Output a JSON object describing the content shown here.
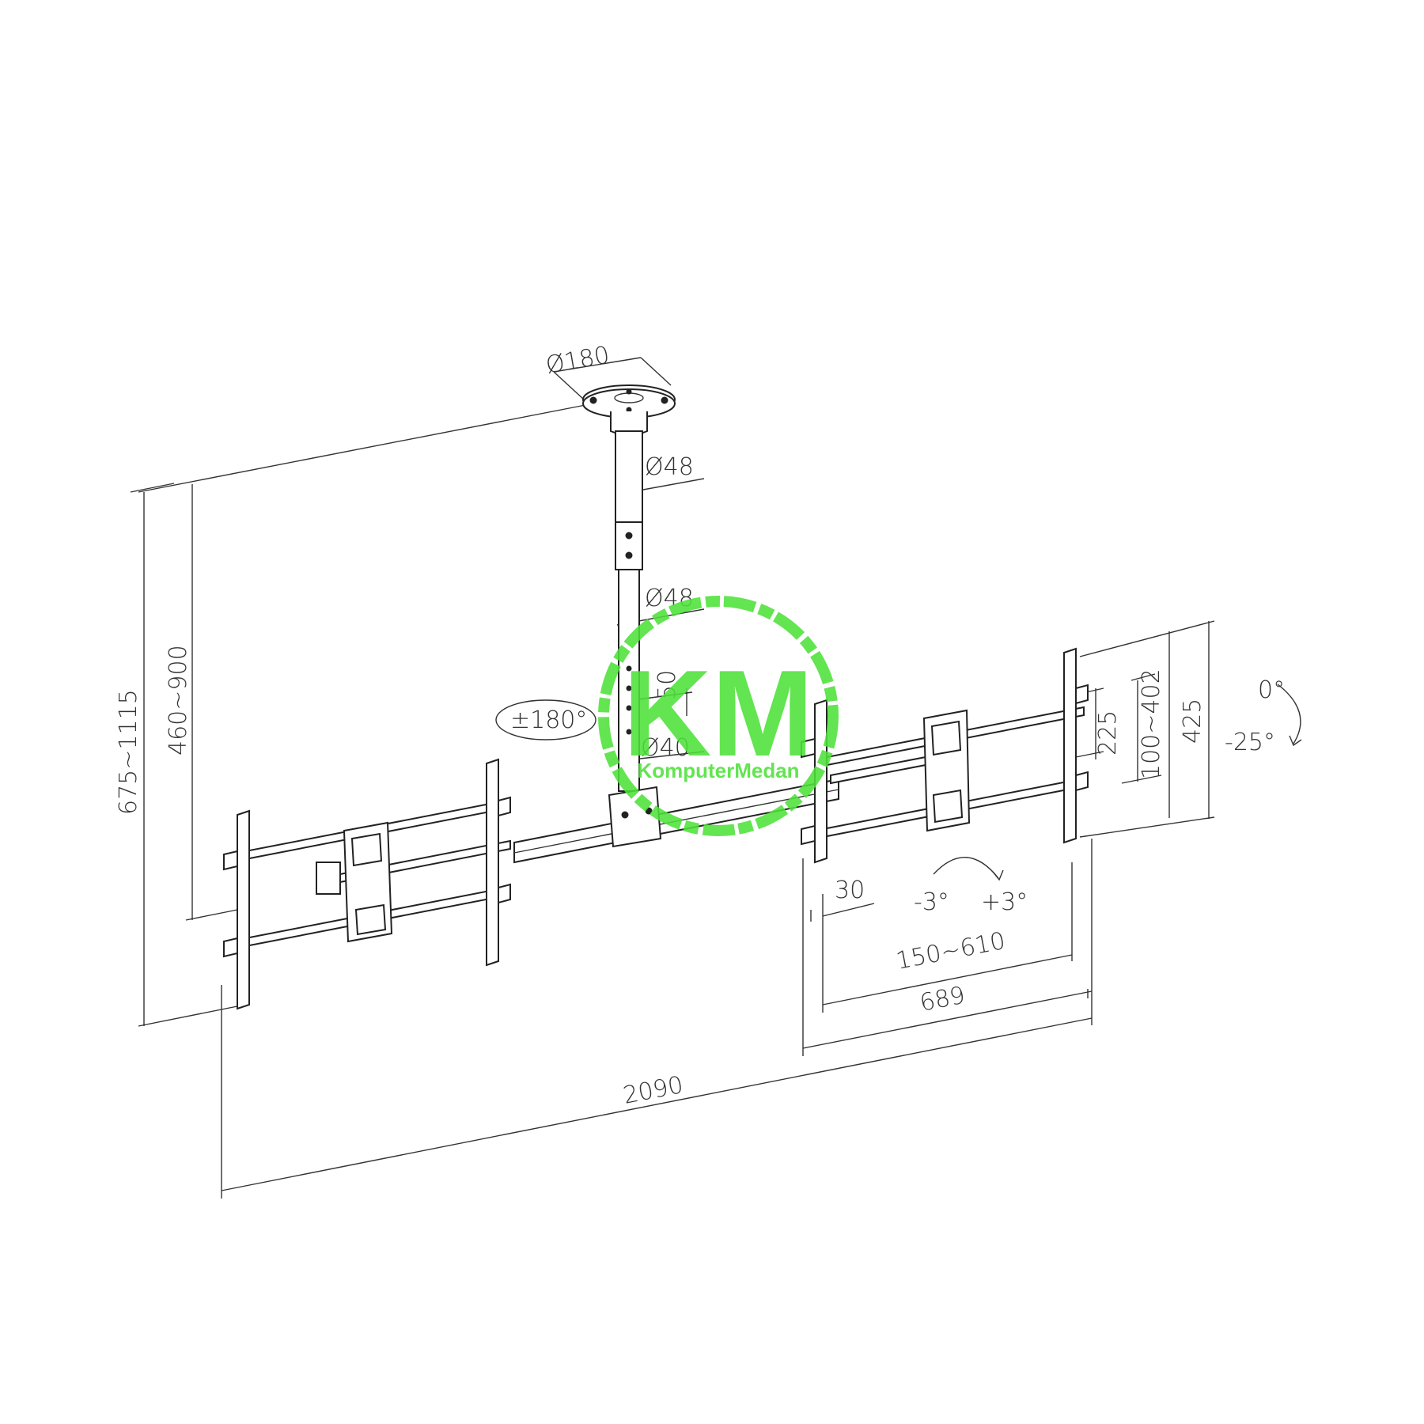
{
  "dimensions": {
    "base_plate_diameter": "Ø180",
    "upper_pole_diameter": "Ø48",
    "lower_pole_diameter": "Ø48",
    "slider_length": "50",
    "inner_tube_diameter": "Ø40",
    "swivel": "±180°",
    "height_outer": "675~1115",
    "height_inner": "460~900",
    "tilt_top": "0°",
    "tilt_bottom": "-25°",
    "height_225": "225",
    "height_range": "100~402",
    "height_425": "425",
    "depth_30": "30",
    "level_minus": "-3°",
    "level_plus": "+3°",
    "width_range": "150~610",
    "width_689": "689",
    "total_width": "2090"
  },
  "watermark": {
    "logo_letters": "KM",
    "brand_text": "KomputerMedan",
    "color": "#4ee13a"
  },
  "colors": {
    "line": "#333333",
    "background": "#ffffff"
  }
}
